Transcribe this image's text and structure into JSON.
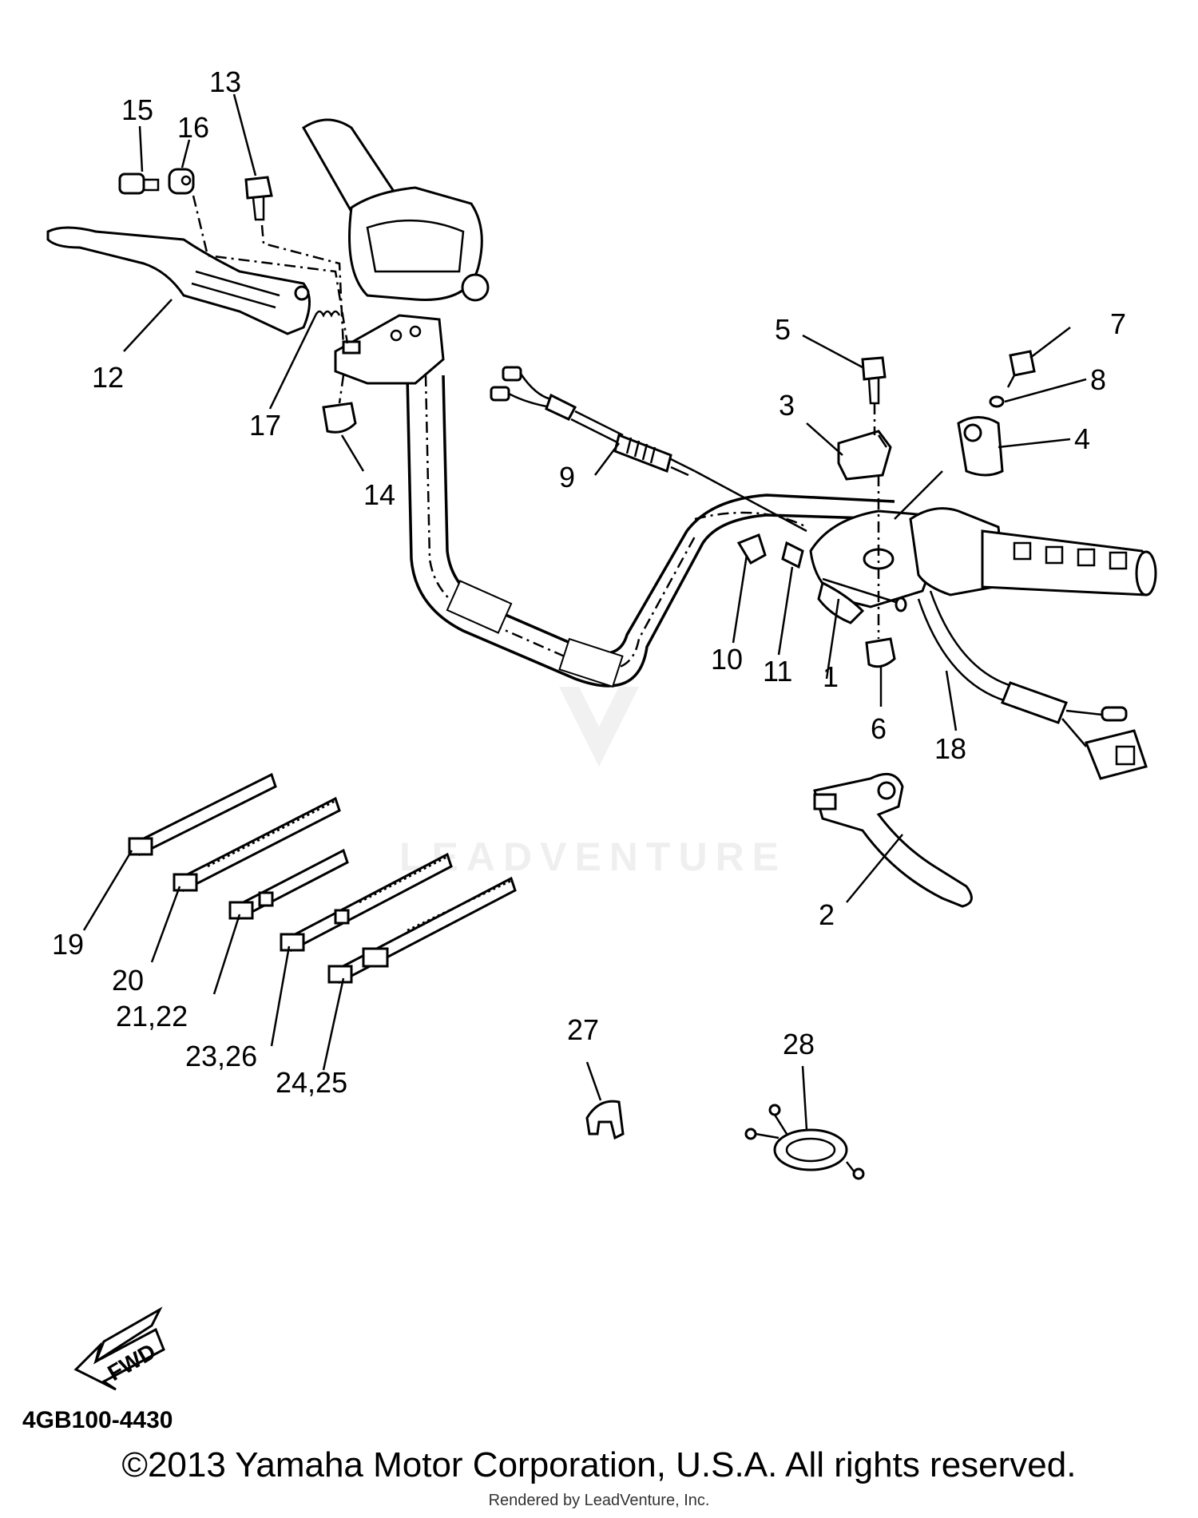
{
  "callouts": [
    {
      "id": "1",
      "label": "1"
    },
    {
      "id": "2",
      "label": "2"
    },
    {
      "id": "3",
      "label": "3"
    },
    {
      "id": "4",
      "label": "4"
    },
    {
      "id": "5",
      "label": "5"
    },
    {
      "id": "6",
      "label": "6"
    },
    {
      "id": "7",
      "label": "7"
    },
    {
      "id": "8",
      "label": "8"
    },
    {
      "id": "9",
      "label": "9"
    },
    {
      "id": "10",
      "label": "10"
    },
    {
      "id": "11",
      "label": "11"
    },
    {
      "id": "12",
      "label": "12"
    },
    {
      "id": "13",
      "label": "13"
    },
    {
      "id": "14",
      "label": "14"
    },
    {
      "id": "15",
      "label": "15"
    },
    {
      "id": "16",
      "label": "16"
    },
    {
      "id": "17",
      "label": "17"
    },
    {
      "id": "18",
      "label": "18"
    },
    {
      "id": "19",
      "label": "19"
    },
    {
      "id": "20",
      "label": "20"
    },
    {
      "id": "21_22",
      "label": "21,22"
    },
    {
      "id": "23_26",
      "label": "23,26"
    },
    {
      "id": "24_25",
      "label": "24,25"
    },
    {
      "id": "27",
      "label": "27"
    },
    {
      "id": "28",
      "label": "28"
    }
  ],
  "fwd_arrow": "FWD",
  "watermark": "LEADVENTURE",
  "diagram_code": "4GB100-4430",
  "copyright": "©2013 Yamaha Motor Corporation, U.S.A. All rights reserved.",
  "rendered_by": "Rendered by LeadVenture, Inc."
}
